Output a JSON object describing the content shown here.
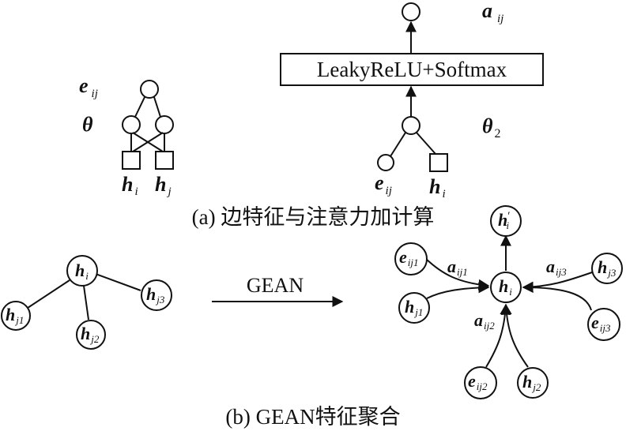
{
  "top_left": {
    "e": "e",
    "e_sub": "ij",
    "theta": "θ",
    "hi": "h",
    "hi_sub": "i",
    "hj": "h",
    "hj_sub": "j"
  },
  "top_right": {
    "a": "a",
    "a_sub": "ij",
    "box_label": "LeakyReLU+Softmax",
    "theta": "θ",
    "theta_sub": "2",
    "e": "e",
    "e_sub": "ij",
    "h": "h",
    "h_sub": "i"
  },
  "caption_a": "(a) 边特征与注意力加计算",
  "left_graph": {
    "hi": "h",
    "hi_sub": "i",
    "hj1": "h",
    "hj1_sub": "j1",
    "hj2": "h",
    "hj2_sub": "j2",
    "hj3": "h",
    "hj3_sub": "j3"
  },
  "gean_label": "GEAN",
  "right_graph": {
    "hi_prime": "h",
    "hi_prime_mark": "′",
    "hi_prime_sub": "i",
    "hi": "h",
    "hi_sub": "i",
    "eij1": "e",
    "eij1_sub": "ij1",
    "hj1": "h",
    "hj1_sub": "j1",
    "aij1": "a",
    "aij1_sub": "ij1",
    "aij2": "a",
    "aij2_sub": "ij2",
    "aij3": "a",
    "aij3_sub": "ij3",
    "hj3": "h",
    "hj3_sub": "j3",
    "eij3": "e",
    "eij3_sub": "ij3",
    "eij2": "e",
    "eij2_sub": "ij2",
    "hj2": "h",
    "hj2_sub": "j2"
  },
  "caption_b": "(b) GEAN特征聚合"
}
